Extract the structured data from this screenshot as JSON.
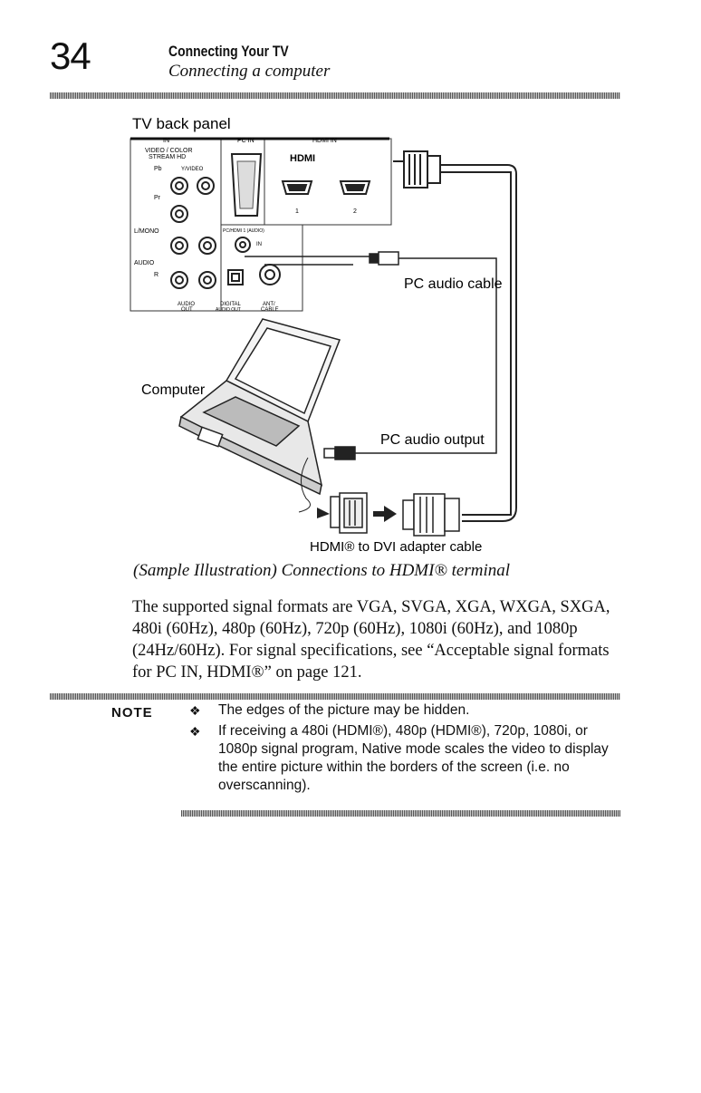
{
  "header": {
    "page_number": "34",
    "chapter_title": "Connecting Your TV",
    "section_title": "Connecting a computer"
  },
  "figure": {
    "tv_back_panel_label": "TV back panel",
    "panel_group_in": "IN",
    "panel_group_pc_in": "PC IN",
    "panel_group_hdmi_in": "HDMI IN",
    "video_color_label_1": "VIDEO / COLOR",
    "video_color_label_2": "STREAM HD",
    "hdmi_logo": "HDMI",
    "pb_label": "Pb",
    "pr_label": "Pr",
    "l_mono_label": "L/MONO",
    "audio_label": "AUDIO",
    "r_label": "R",
    "video_y_label": "Y/VIDEO",
    "hdmi_port_1": "1",
    "hdmi_port_2": "2",
    "pc_audio_in_label": "PC/HDMI 1 (AUDIO)",
    "in_label": "IN",
    "audio_out_label_1": "AUDIO",
    "audio_out_label_2": "OUT",
    "digital_out_label_1": "DIGITAL",
    "digital_out_label_2": "AUDIO OUT",
    "ant_cable_label_1": "ANT/",
    "ant_cable_label_2": "CABLE",
    "pc_audio_cable_label": "PC audio cable",
    "computer_label": "Computer",
    "pc_audio_output_label": "PC audio output",
    "adapter_cable_label": "HDMI® to DVI adapter cable"
  },
  "caption": "(Sample Illustration) Connections to HDMI® terminal",
  "body_paragraph": "The supported signal formats are VGA, SVGA, XGA, WXGA, SXGA, 480i (60Hz), 480p (60Hz), 720p (60Hz), 1080i (60Hz), and 1080p (24Hz/60Hz). For signal specifications, see “Acceptable signal formats for PC IN, HDMI®” on page 121.",
  "note": {
    "label": "NOTE",
    "bullet_glyph": "❖",
    "items": [
      "The edges of the picture may be hidden.",
      "If receiving a 480i (HDMI®), 480p (HDMI®), 720p, 1080i, or 1080p signal program, Native mode scales the video to display the entire picture within the borders of the screen (i.e. no overscanning)."
    ]
  }
}
